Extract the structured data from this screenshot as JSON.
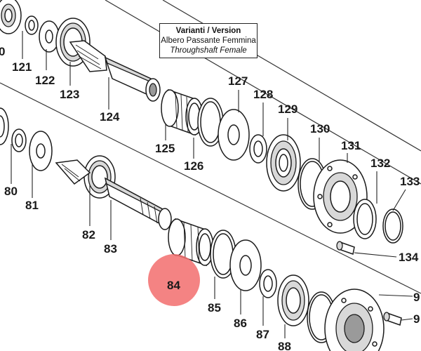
{
  "variant_box": {
    "title": "Varianti / Version",
    "line_it": "Albero Passante Femmina",
    "line_en": "Throughshaft Female"
  },
  "highlight": {
    "label": "84",
    "color": "#f26d6d"
  },
  "callouts": [
    {
      "id": "c0",
      "label": "0"
    },
    {
      "id": "c121",
      "label": "121"
    },
    {
      "id": "c122",
      "label": "122"
    },
    {
      "id": "c123",
      "label": "123"
    },
    {
      "id": "c124",
      "label": "124"
    },
    {
      "id": "c125",
      "label": "125"
    },
    {
      "id": "c126",
      "label": "126"
    },
    {
      "id": "c127",
      "label": "127"
    },
    {
      "id": "c128",
      "label": "128"
    },
    {
      "id": "c129",
      "label": "129"
    },
    {
      "id": "c130",
      "label": "130"
    },
    {
      "id": "c131",
      "label": "131"
    },
    {
      "id": "c132",
      "label": "132"
    },
    {
      "id": "c133",
      "label": "133"
    },
    {
      "id": "c134",
      "label": "134"
    },
    {
      "id": "c80",
      "label": "80"
    },
    {
      "id": "c81",
      "label": "81"
    },
    {
      "id": "c82",
      "label": "82"
    },
    {
      "id": "c83",
      "label": "83"
    },
    {
      "id": "c85",
      "label": "85"
    },
    {
      "id": "c86",
      "label": "86"
    },
    {
      "id": "c87",
      "label": "87"
    },
    {
      "id": "c88",
      "label": "88"
    },
    {
      "id": "c9a",
      "label": "9"
    },
    {
      "id": "c9b",
      "label": "9"
    }
  ]
}
